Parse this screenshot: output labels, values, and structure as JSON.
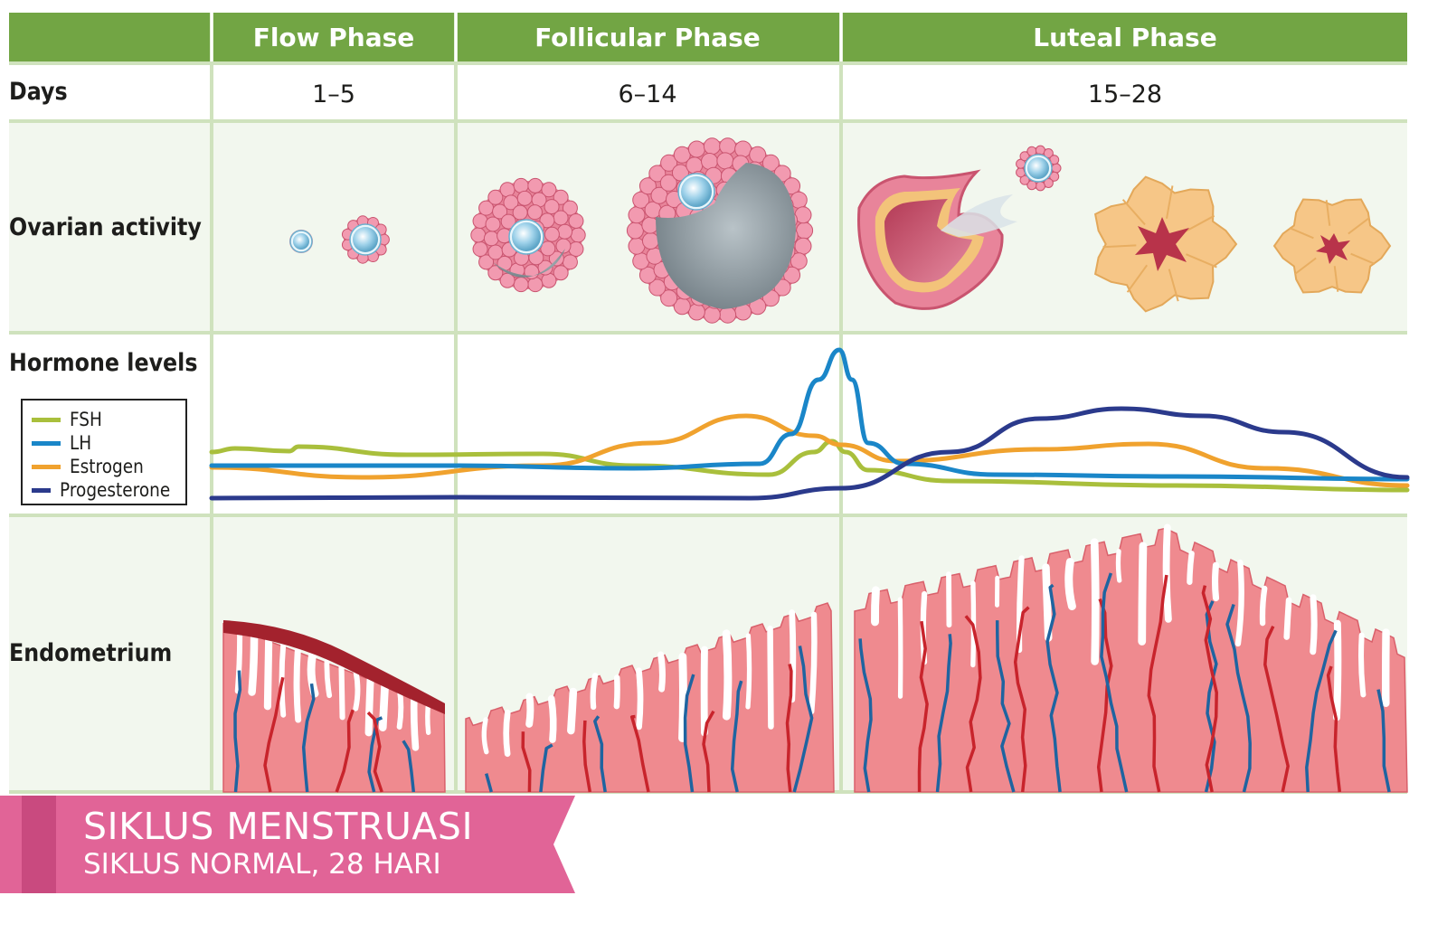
{
  "table": {
    "corner": "",
    "phases": [
      {
        "label": "Flow Phase",
        "days": "1–5"
      },
      {
        "label": "Follicular Phase",
        "days": "6–14"
      },
      {
        "label": "Luteal Phase",
        "days": "15–28"
      }
    ],
    "rows": {
      "days": "Days",
      "ovarian": "Ovarian activity",
      "hormones": "Hormone levels",
      "endometrium": "Endometrium"
    }
  },
  "legend": [
    {
      "label": "FSH",
      "color": "#a9bf3c"
    },
    {
      "label": "LH",
      "color": "#1a86c8"
    },
    {
      "label": "Estrogen",
      "color": "#f0a22e"
    },
    {
      "label": "Progesterone",
      "color": "#2b3a8c"
    }
  ],
  "colors": {
    "header_green": "#72a544",
    "grid_line": "#cfe2bd",
    "row_bg": "#f2f7ee",
    "follicle_pink": "#e8849a",
    "antrum_gray": "#8a959b",
    "corpus_orange": "#f6c687",
    "endo_pink": "#ef8a8f",
    "vessel_blue": "#1f64a0",
    "vessel_red": "#c8242c",
    "banner_pink": "#e16497",
    "banner_dark": "#c94a7f"
  },
  "banner": {
    "title": "SIKLUS MENSTRUASI",
    "subtitle": "SIKLUS NORMAL, 28 HARI"
  }
}
